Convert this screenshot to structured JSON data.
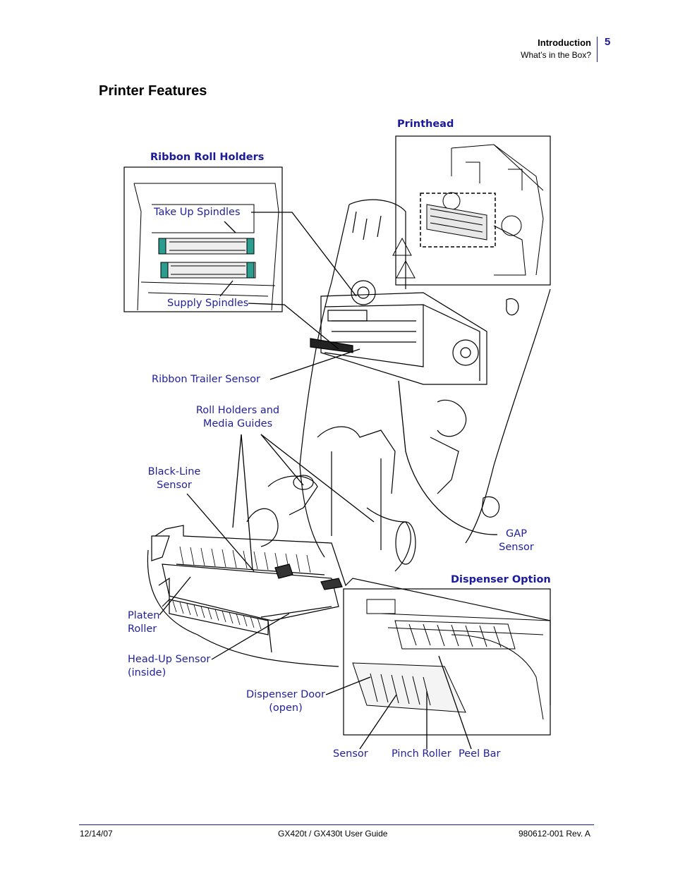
{
  "header": {
    "section": "Introduction",
    "subsection": "What’s in the Box?",
    "page_number": "5"
  },
  "page_title": "Printer Features",
  "figure": {
    "insets": {
      "printhead": "Printhead",
      "ribbon_roll_holders": "Ribbon Roll Holders",
      "dispenser_option": "Dispenser Option"
    },
    "callouts": {
      "take_up_spindles": "Take Up Spindles",
      "supply_spindles": "Supply Spindles",
      "ribbon_trailer_sensor": "Ribbon Trailer Sensor",
      "roll_holders_line1": "Roll Holders and",
      "roll_holders_line2": "Media Guides",
      "black_line_line1": "Black-Line",
      "black_line_line2": "Sensor",
      "gap_line1": "GAP",
      "gap_line2": "Sensor",
      "platen_line1": "Platen",
      "platen_line2": "Roller",
      "head_up_line1": "Head-Up Sensor",
      "head_up_line2": "(inside)",
      "dispenser_door_line1": "Dispenser Door",
      "dispenser_door_line2": "(open)",
      "sensor": "Sensor",
      "pinch_roller": "Pinch Roller",
      "peel_bar": "Peel Bar"
    }
  },
  "footer": {
    "date": "12/14/07",
    "guide": "GX420t / GX430t User Guide",
    "revision": "980612-001 Rev. A"
  }
}
